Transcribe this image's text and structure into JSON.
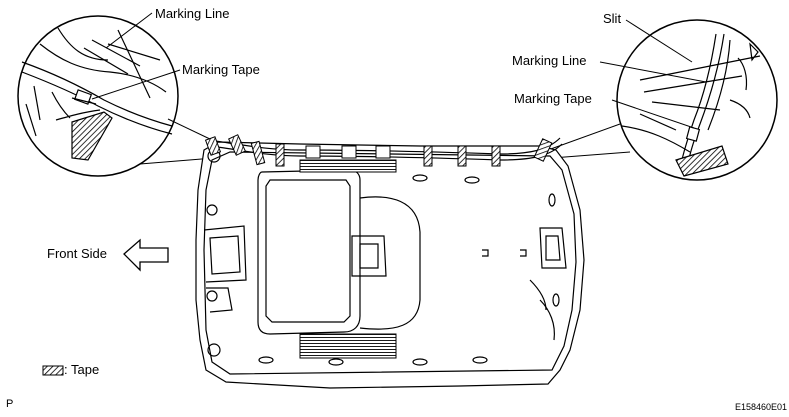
{
  "labels": {
    "marking_line_left": "Marking Line",
    "marking_tape_left": "Marking Tape",
    "slit": "Slit",
    "marking_line_right": "Marking Line",
    "marking_tape_right": "Marking Tape",
    "front_side": "Front Side",
    "legend_tape": ": Tape",
    "corner_p": "P",
    "figure_code": "E158460E01"
  }
}
